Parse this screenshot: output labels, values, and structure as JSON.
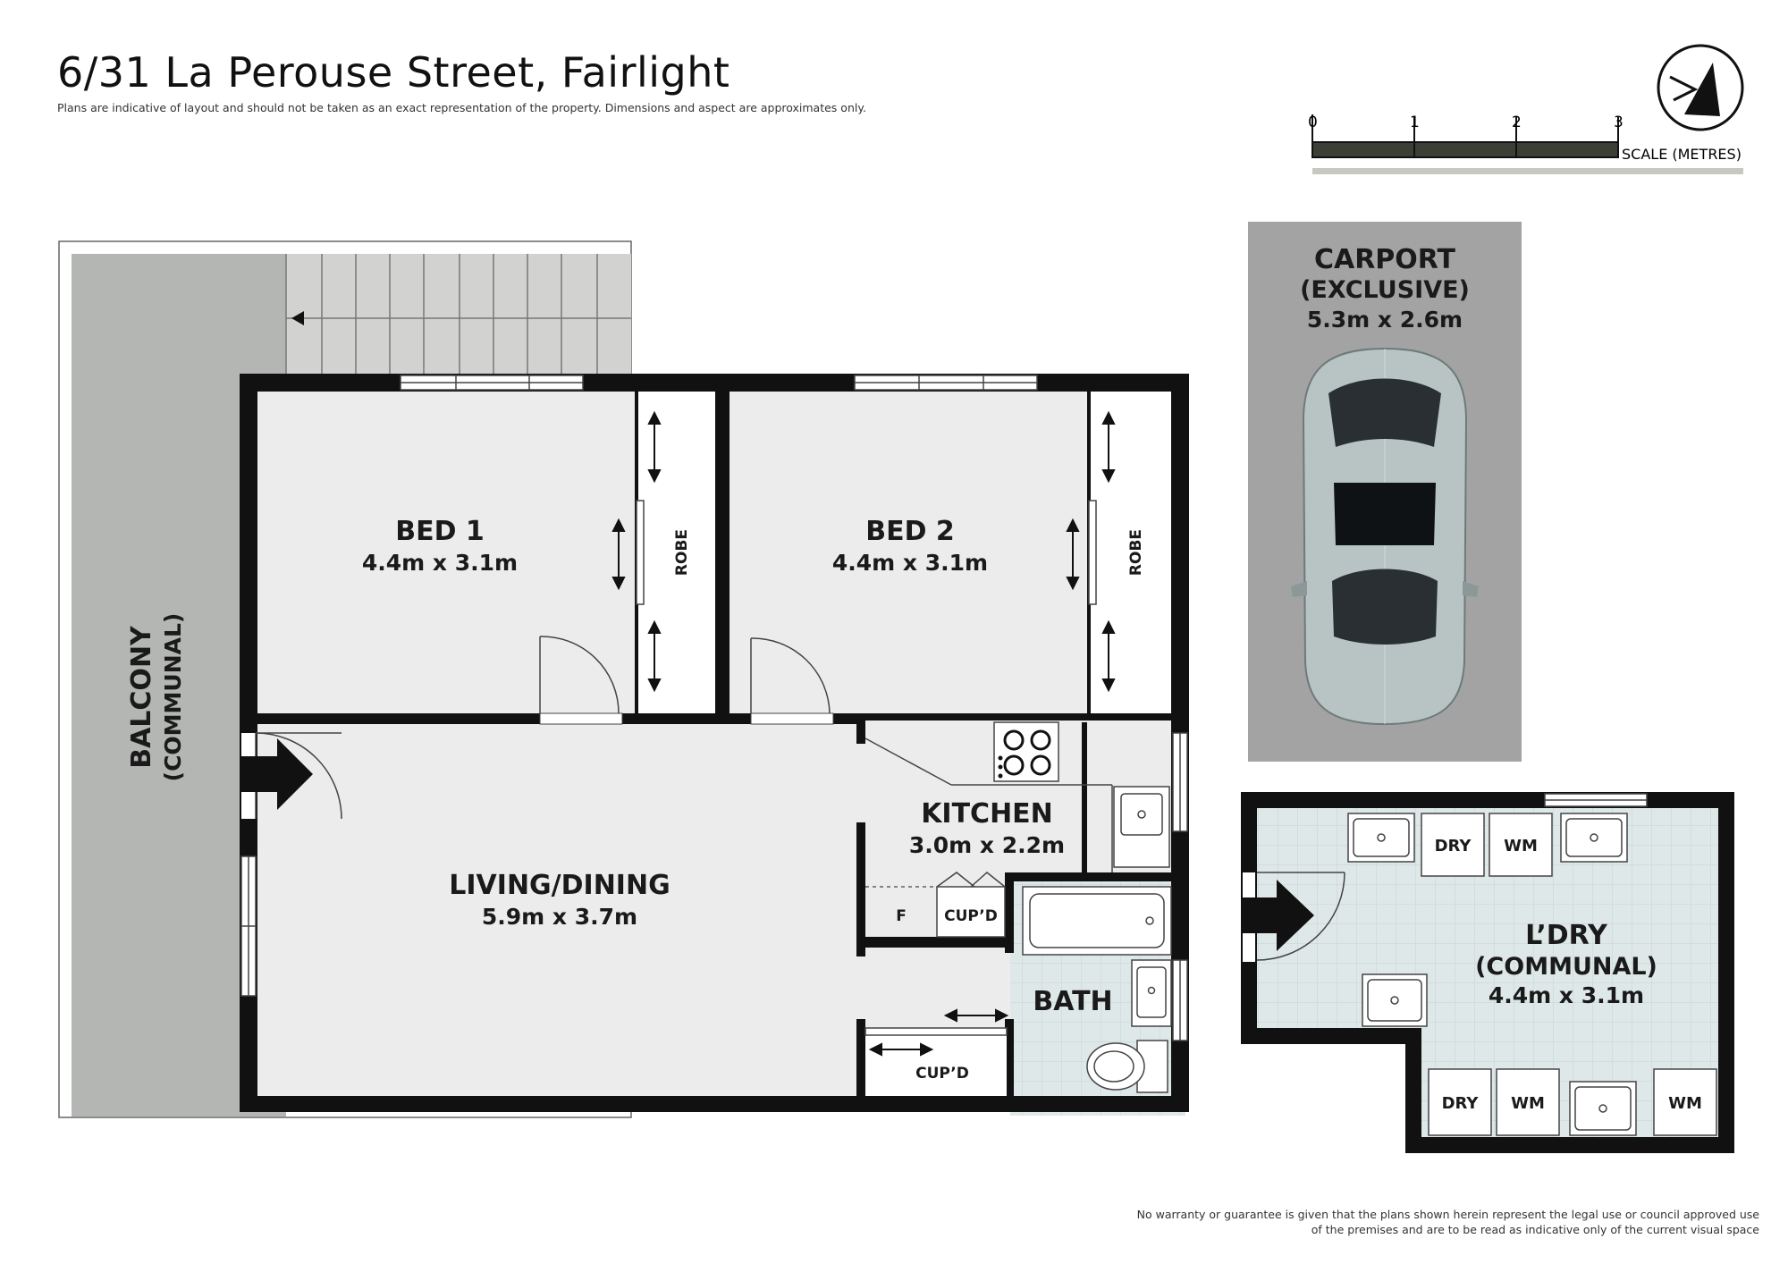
{
  "header": {
    "title": "6/31 La Perouse Street, Fairlight",
    "subtitle": "Plans are indicative of layout and should not be taken as an exact representation of the property. Dimensions and aspect are approximates only."
  },
  "scale": {
    "ticks": [
      "0",
      "1",
      "2",
      "3"
    ],
    "label": "SCALE (METRES)"
  },
  "rooms": {
    "bed1": {
      "name": "BED 1",
      "dims": "4.4m x 3.1m"
    },
    "bed2": {
      "name": "BED 2",
      "dims": "4.4m x 3.1m"
    },
    "robe": "ROBE",
    "living": {
      "name": "LIVING/DINING",
      "dims": "5.9m x 3.7m"
    },
    "kitchen": {
      "name": "KITCHEN",
      "dims": "3.0m x 2.2m"
    },
    "bath": {
      "name": "BATH"
    },
    "fridge": "F",
    "cupd": "CUP’D",
    "balcony": {
      "name": "BALCONY",
      "sub": "(COMMUNAL)"
    },
    "carport": {
      "name": "CARPORT",
      "sub": "(EXCLUSIVE)",
      "dims": "5.3m x 2.6m"
    },
    "laundry": {
      "name": "L’DRY",
      "sub": "(COMMUNAL)",
      "dims": "4.4m x 3.1m"
    },
    "dry": "DRY",
    "wm": "WM"
  },
  "disclaimer": "No warranty or guarantee is given that the plans shown herein represent the legal use or council approved use of the premises and are to be read as indicative only of the current visual space",
  "colors": {
    "wall": "#111111",
    "room": "#ececec",
    "balcony": "#b4b6b3",
    "carport": "#a3a3a3",
    "tile": "#dfe8e8",
    "scale_bar": "#3b3f36",
    "car": "#b8c4c4"
  }
}
